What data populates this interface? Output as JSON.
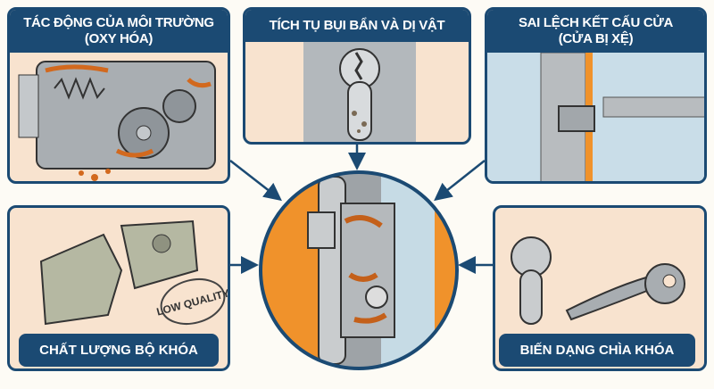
{
  "panels": {
    "environment": {
      "title_line1": "TÁC ĐỘNG CỦA MÔI TRƯỜNG",
      "title_line2": "(OXY HÓA)"
    },
    "dirt": {
      "title": "TÍCH TỤ BỤI BẨN VÀ DỊ VẬT"
    },
    "misalignment": {
      "title_line1": "SAI LỆCH KẾT CẤU CỬA",
      "title_line2": "(CỬA BỊ XỆ)"
    },
    "quality": {
      "title": "CHẤT LƯỢNG BỘ KHÓA",
      "stamp": "LOW QUALITY"
    },
    "key": {
      "title": "BIẾN DẠNG CHÌA KHÓA"
    }
  },
  "colors": {
    "navy": "#1b4a73",
    "panel_bg": "#f8e3cf",
    "rust": "#d2691e",
    "orange": "#f0922b"
  }
}
